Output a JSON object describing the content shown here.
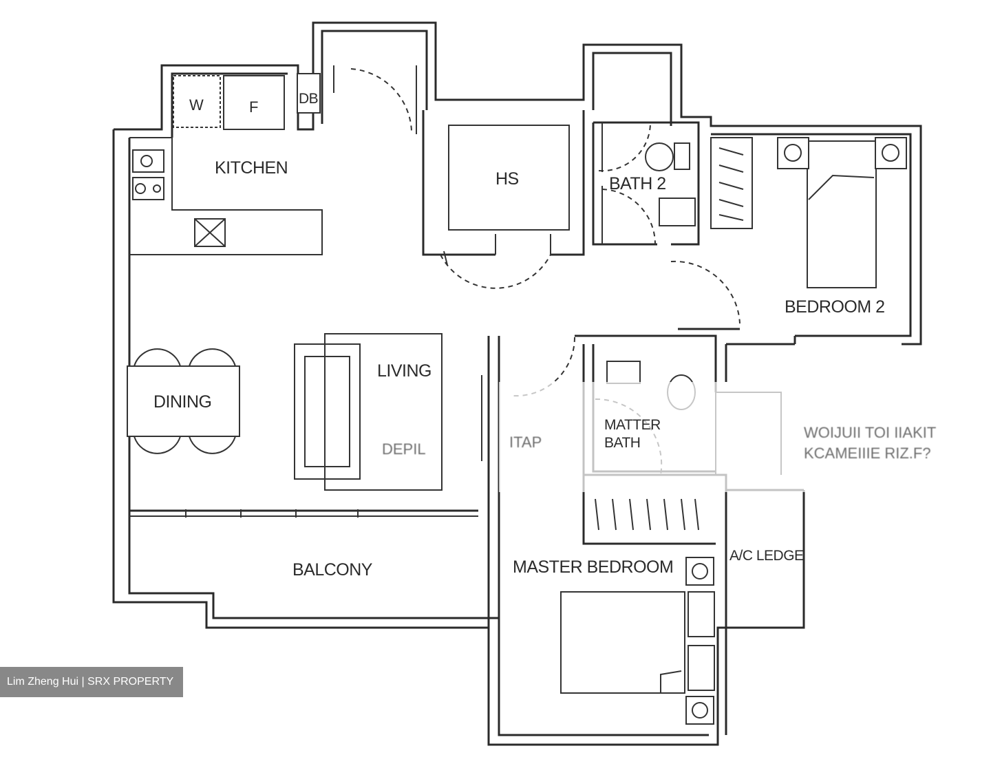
{
  "rooms": {
    "kitchen": "KITCHEN",
    "hs": "HS",
    "bath2": "BATH 2",
    "bedroom2": "BEDROOM 2",
    "living": "LIVING",
    "dining": "DINING",
    "master_bath": "MATTER BATH",
    "master_bath_line1": "MATTER",
    "master_bath_line2": "BATH",
    "balcony": "BALCONY",
    "master_bedroom": "MASTER BEDROOM",
    "ac_ledge": "A/C LEDGE"
  },
  "appliances": {
    "washer": "W",
    "fridge": "F",
    "db": "DB"
  },
  "blurred_text": {
    "living_strip": "DEPIL",
    "corridor": "ITAP",
    "band_line1": "WOIJUII TOI IIAKIT",
    "band_line2": "KCAMEIIIE RIZ.F?"
  },
  "watermark": "Lim Zheng Hui | SRX PROPERTY"
}
